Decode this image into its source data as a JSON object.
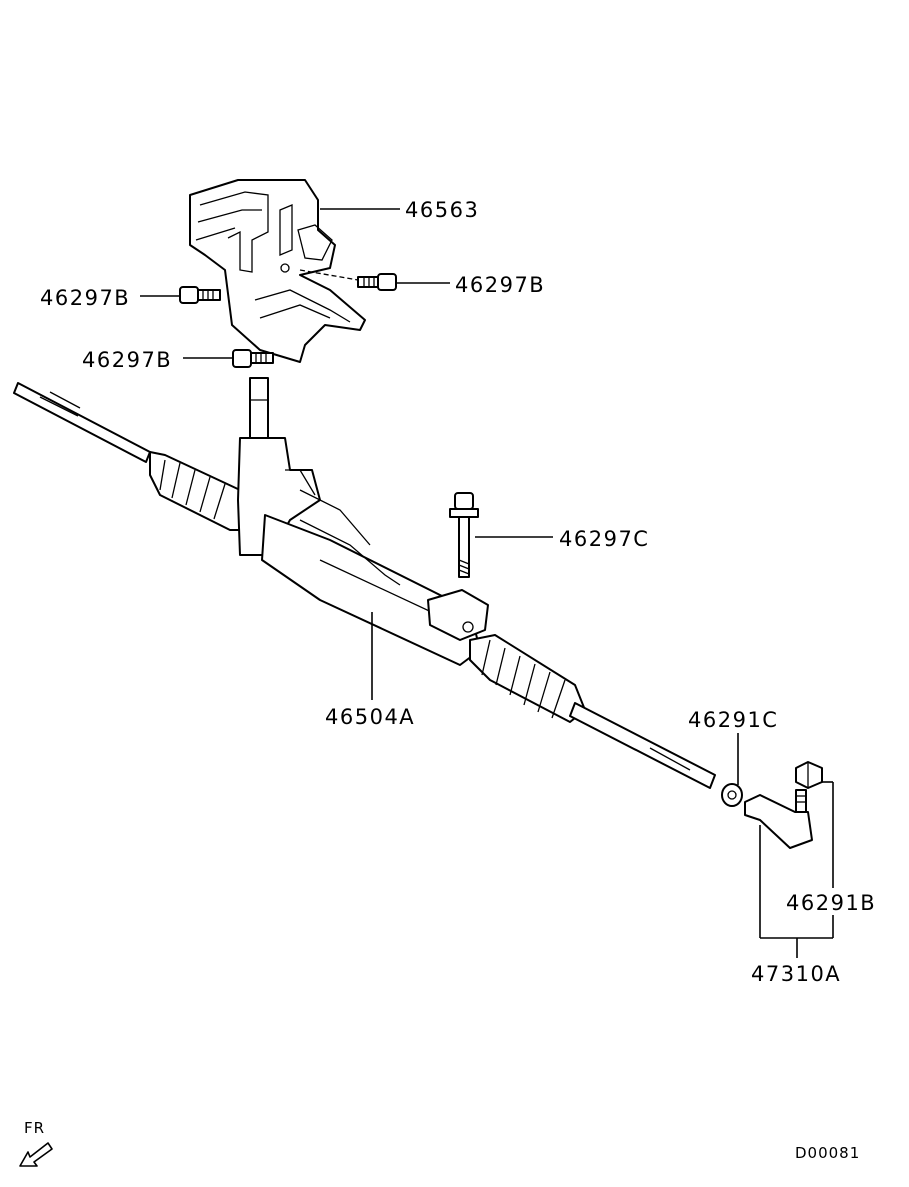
{
  "labels": {
    "heat_shield": "46563",
    "bolt_b_right": "46297B",
    "bolt_b_left": "46297B",
    "bolt_b_lower": "46297B",
    "bolt_c": "46297C",
    "gear_assy": "46504A",
    "nut_c": "46291C",
    "nut_b": "46291B",
    "tie_rod_end": "47310A"
  },
  "front_indicator": "FR",
  "diagram_id": "D00081",
  "icons": [
    "front-direction-arrow-icon"
  ]
}
